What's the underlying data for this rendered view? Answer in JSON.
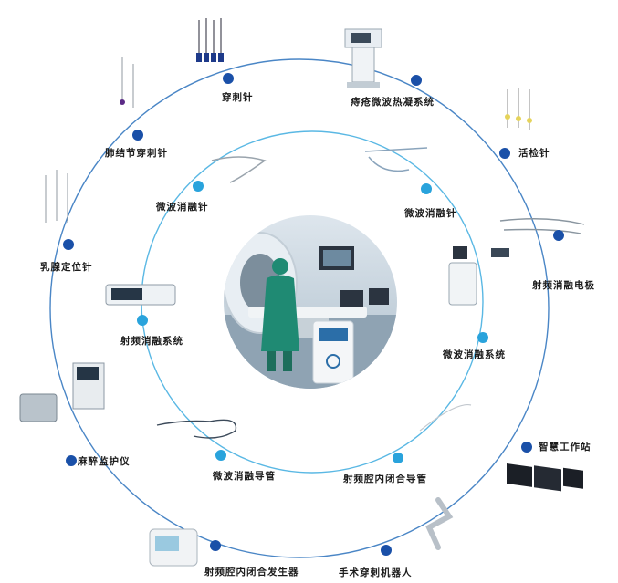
{
  "colors": {
    "outer_ring": "#4a86c6",
    "inner_ring": "#5ab8e4",
    "outer_dot": "#1a50a8",
    "inner_dot": "#29a3dc",
    "scrubs": "#1f8a73",
    "console": "#2b6ea8"
  },
  "outer_items": [
    {
      "label": "穿刺针",
      "icon": "needle-set-icon"
    },
    {
      "label": "痔疮微波热凝系统",
      "icon": "hemorrhoid-microwave-unit-icon"
    },
    {
      "label": "活检针",
      "icon": "biopsy-needle-icon"
    },
    {
      "label": "射频消融电极",
      "icon": "rf-electrode-icon"
    },
    {
      "label": "智慧工作站",
      "icon": "workstation-monitors-icon"
    },
    {
      "label": "手术穿刺机器人",
      "icon": "robot-arm-icon"
    },
    {
      "label": "射频腔内闭合发生器",
      "icon": "rf-generator-icon"
    },
    {
      "label": "麻醉监护仪",
      "icon": "anesthesia-monitor-icon"
    },
    {
      "label": "乳腺定位针",
      "icon": "breast-localization-needle-icon"
    },
    {
      "label": "肺结节穿刺针",
      "icon": "lung-nodule-needle-icon"
    }
  ],
  "inner_items": [
    {
      "label": "微波消融针",
      "icon": "microwave-ablation-needle-icon"
    },
    {
      "label": "微波消融针",
      "icon": "microwave-ablation-needle-icon"
    },
    {
      "label": "微波消融系统",
      "icon": "microwave-ablation-system-icon"
    },
    {
      "label": "射频腔内闭合导管",
      "icon": "rf-closure-catheter-icon"
    },
    {
      "label": "微波消融导管",
      "icon": "microwave-ablation-catheter-icon"
    },
    {
      "label": "射频消融系统",
      "icon": "rf-ablation-system-icon"
    }
  ]
}
